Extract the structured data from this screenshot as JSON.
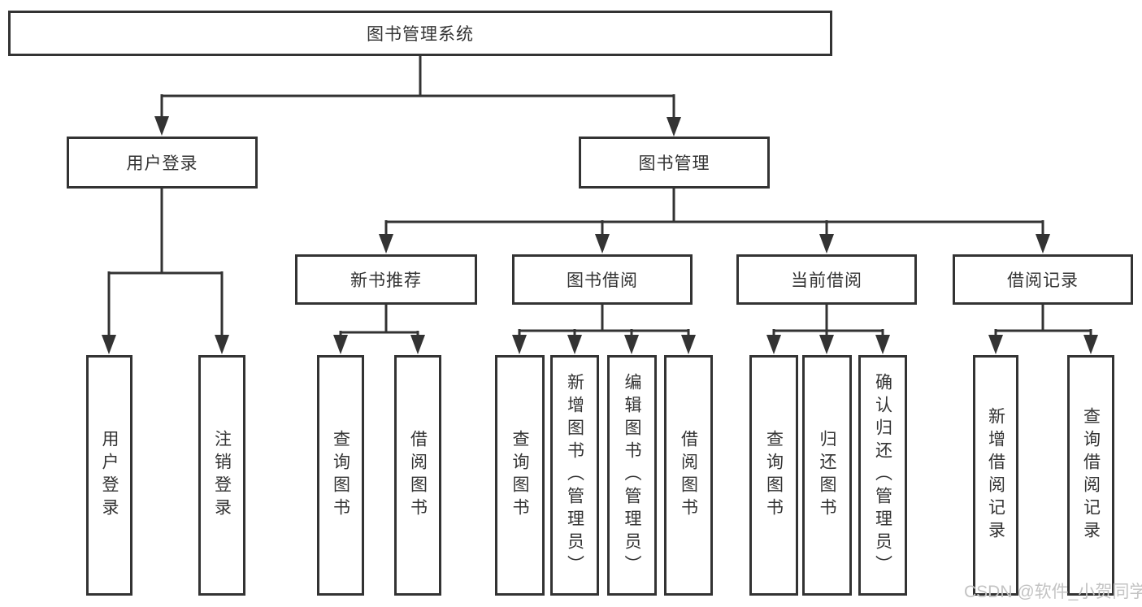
{
  "root": {
    "label": "图书管理系统"
  },
  "modules": {
    "user_login": {
      "label": "用户登录",
      "children": {
        "login": {
          "label": "用户登录"
        },
        "logout": {
          "label": "注销登录"
        }
      }
    },
    "book_management": {
      "label": "图书管理",
      "children": {
        "new_book_recommend": {
          "label": "新书推荐",
          "children": {
            "query_books": {
              "label": "查询图书"
            },
            "borrow_books": {
              "label": "借阅图书"
            }
          }
        },
        "book_borrow": {
          "label": "图书借阅",
          "children": {
            "query_books": {
              "label": "查询图书"
            },
            "add_books_admin": {
              "label": "新增图书（管理员）"
            },
            "edit_books_admin": {
              "label": "编辑图书（管理员）"
            },
            "borrow_books": {
              "label": "借阅图书"
            }
          }
        },
        "current_borrow": {
          "label": "当前借阅",
          "children": {
            "query_books": {
              "label": "查询图书"
            },
            "return_books": {
              "label": "归还图书"
            },
            "confirm_return_admin": {
              "label": "确认归还（管理员）"
            }
          }
        },
        "borrow_record": {
          "label": "借阅记录",
          "children": {
            "add_record": {
              "label": "新增借阅记录"
            },
            "query_record": {
              "label": "查询借阅记录"
            }
          }
        }
      }
    }
  },
  "watermark": {
    "text": "CSDN @软件_小贺同学"
  },
  "colors": {
    "line": "#333333",
    "text": "#333333",
    "watermark": "#c3c3c3",
    "background": "#ffffff"
  }
}
